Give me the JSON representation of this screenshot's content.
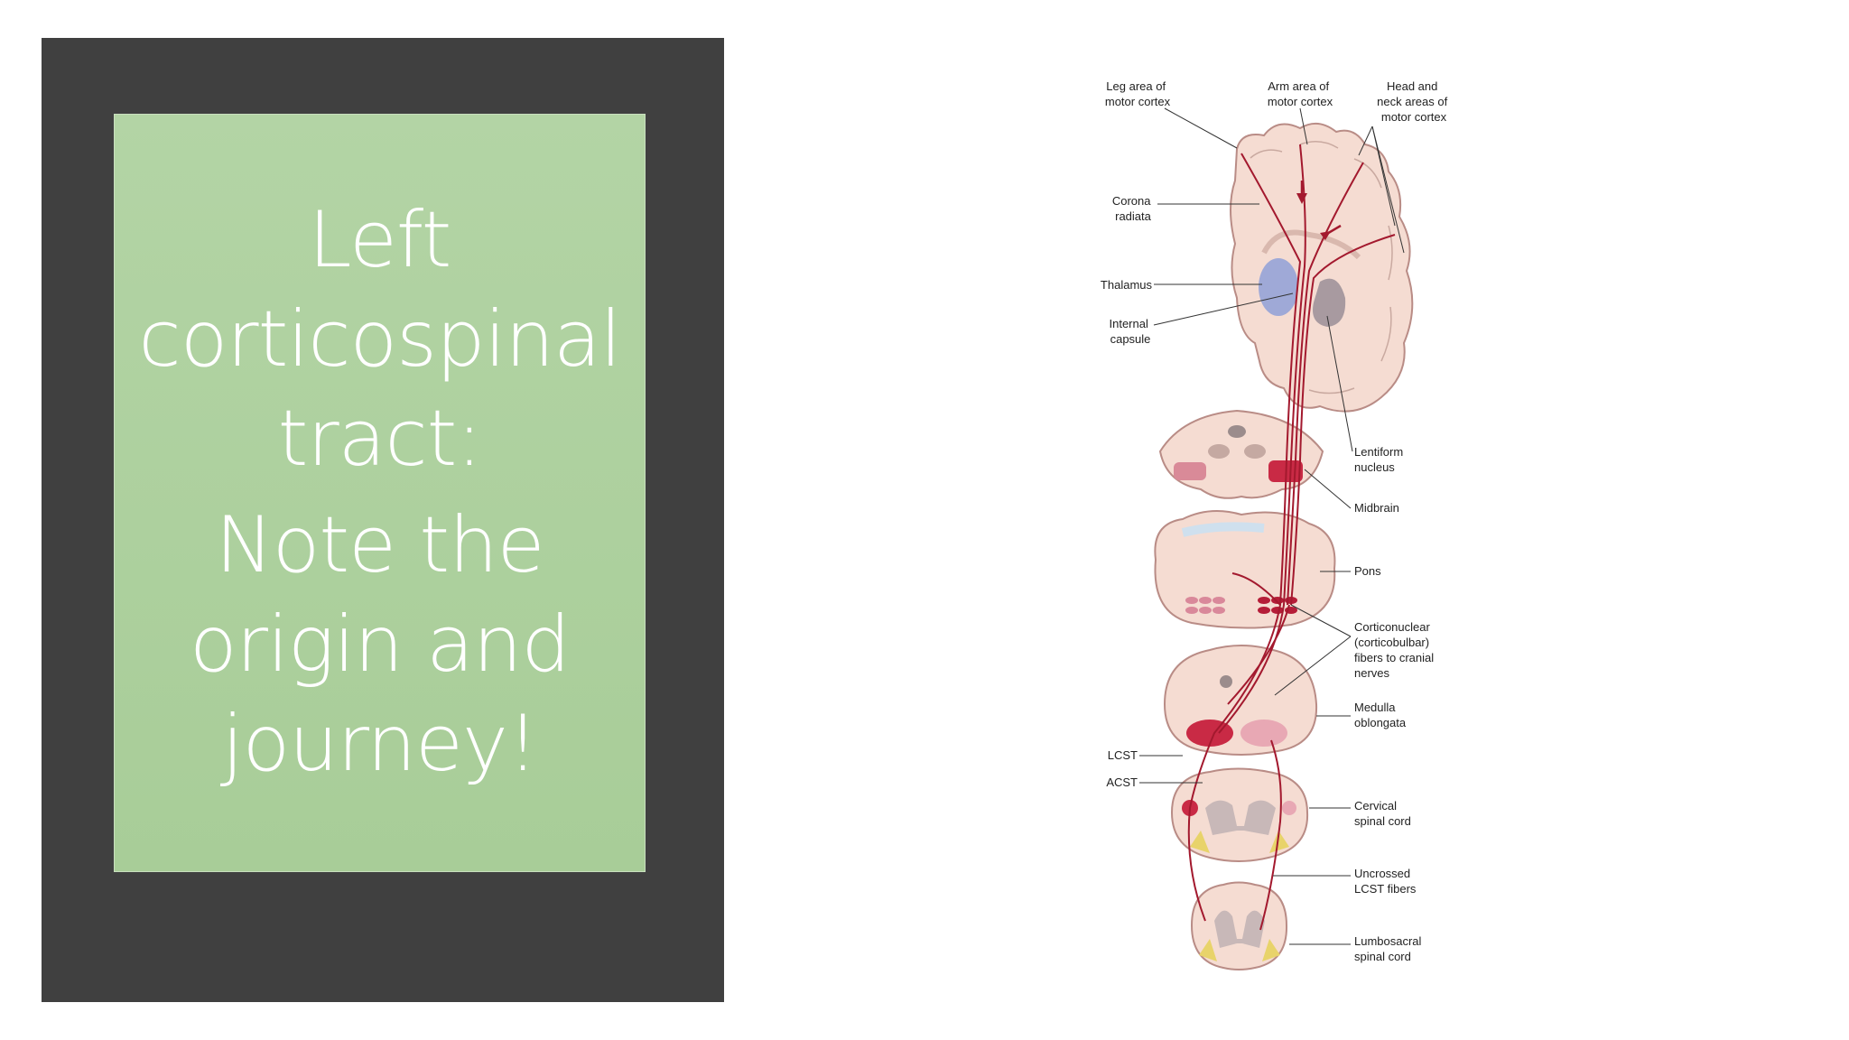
{
  "slide": {
    "title_lines": [
      "Left",
      "corticospinal",
      "tract:"
    ],
    "subtitle_lines": [
      "Note the",
      "origin and",
      "journey!"
    ]
  },
  "diagram": {
    "labels": {
      "leg_area": [
        "Leg area of",
        "motor cortex"
      ],
      "arm_area": [
        "Arm area of",
        "motor cortex"
      ],
      "head_neck": [
        "Head and",
        "neck areas of",
        "motor cortex"
      ],
      "corona_radiata": [
        "Corona",
        "radiata"
      ],
      "thalamus": [
        "Thalamus"
      ],
      "internal_capsule": [
        "Internal",
        "capsule"
      ],
      "lentiform_nucleus": [
        "Lentiform",
        "nucleus"
      ],
      "midbrain": [
        "Midbrain"
      ],
      "pons": [
        "Pons"
      ],
      "corticonuclear": [
        "Corticonuclear",
        "(corticobulbar)",
        "fibers to cranial",
        "nerves"
      ],
      "medulla": [
        "Medulla",
        "oblongata"
      ],
      "lcst": [
        "LCST"
      ],
      "acst": [
        "ACST"
      ],
      "cervical": [
        "Cervical",
        "spinal cord"
      ],
      "uncrossed": [
        "Uncrossed",
        "LCST fibers"
      ],
      "lumbosacral": [
        "Lumbosacral",
        "spinal cord"
      ]
    },
    "colors": {
      "tissue": "#f5dcd2",
      "tissue_outline": "#b98c86",
      "tract": "#a3192e",
      "thalamus": "#8fa0d8",
      "lentiform": "#a89aa0",
      "root": "#e8d36a"
    }
  }
}
